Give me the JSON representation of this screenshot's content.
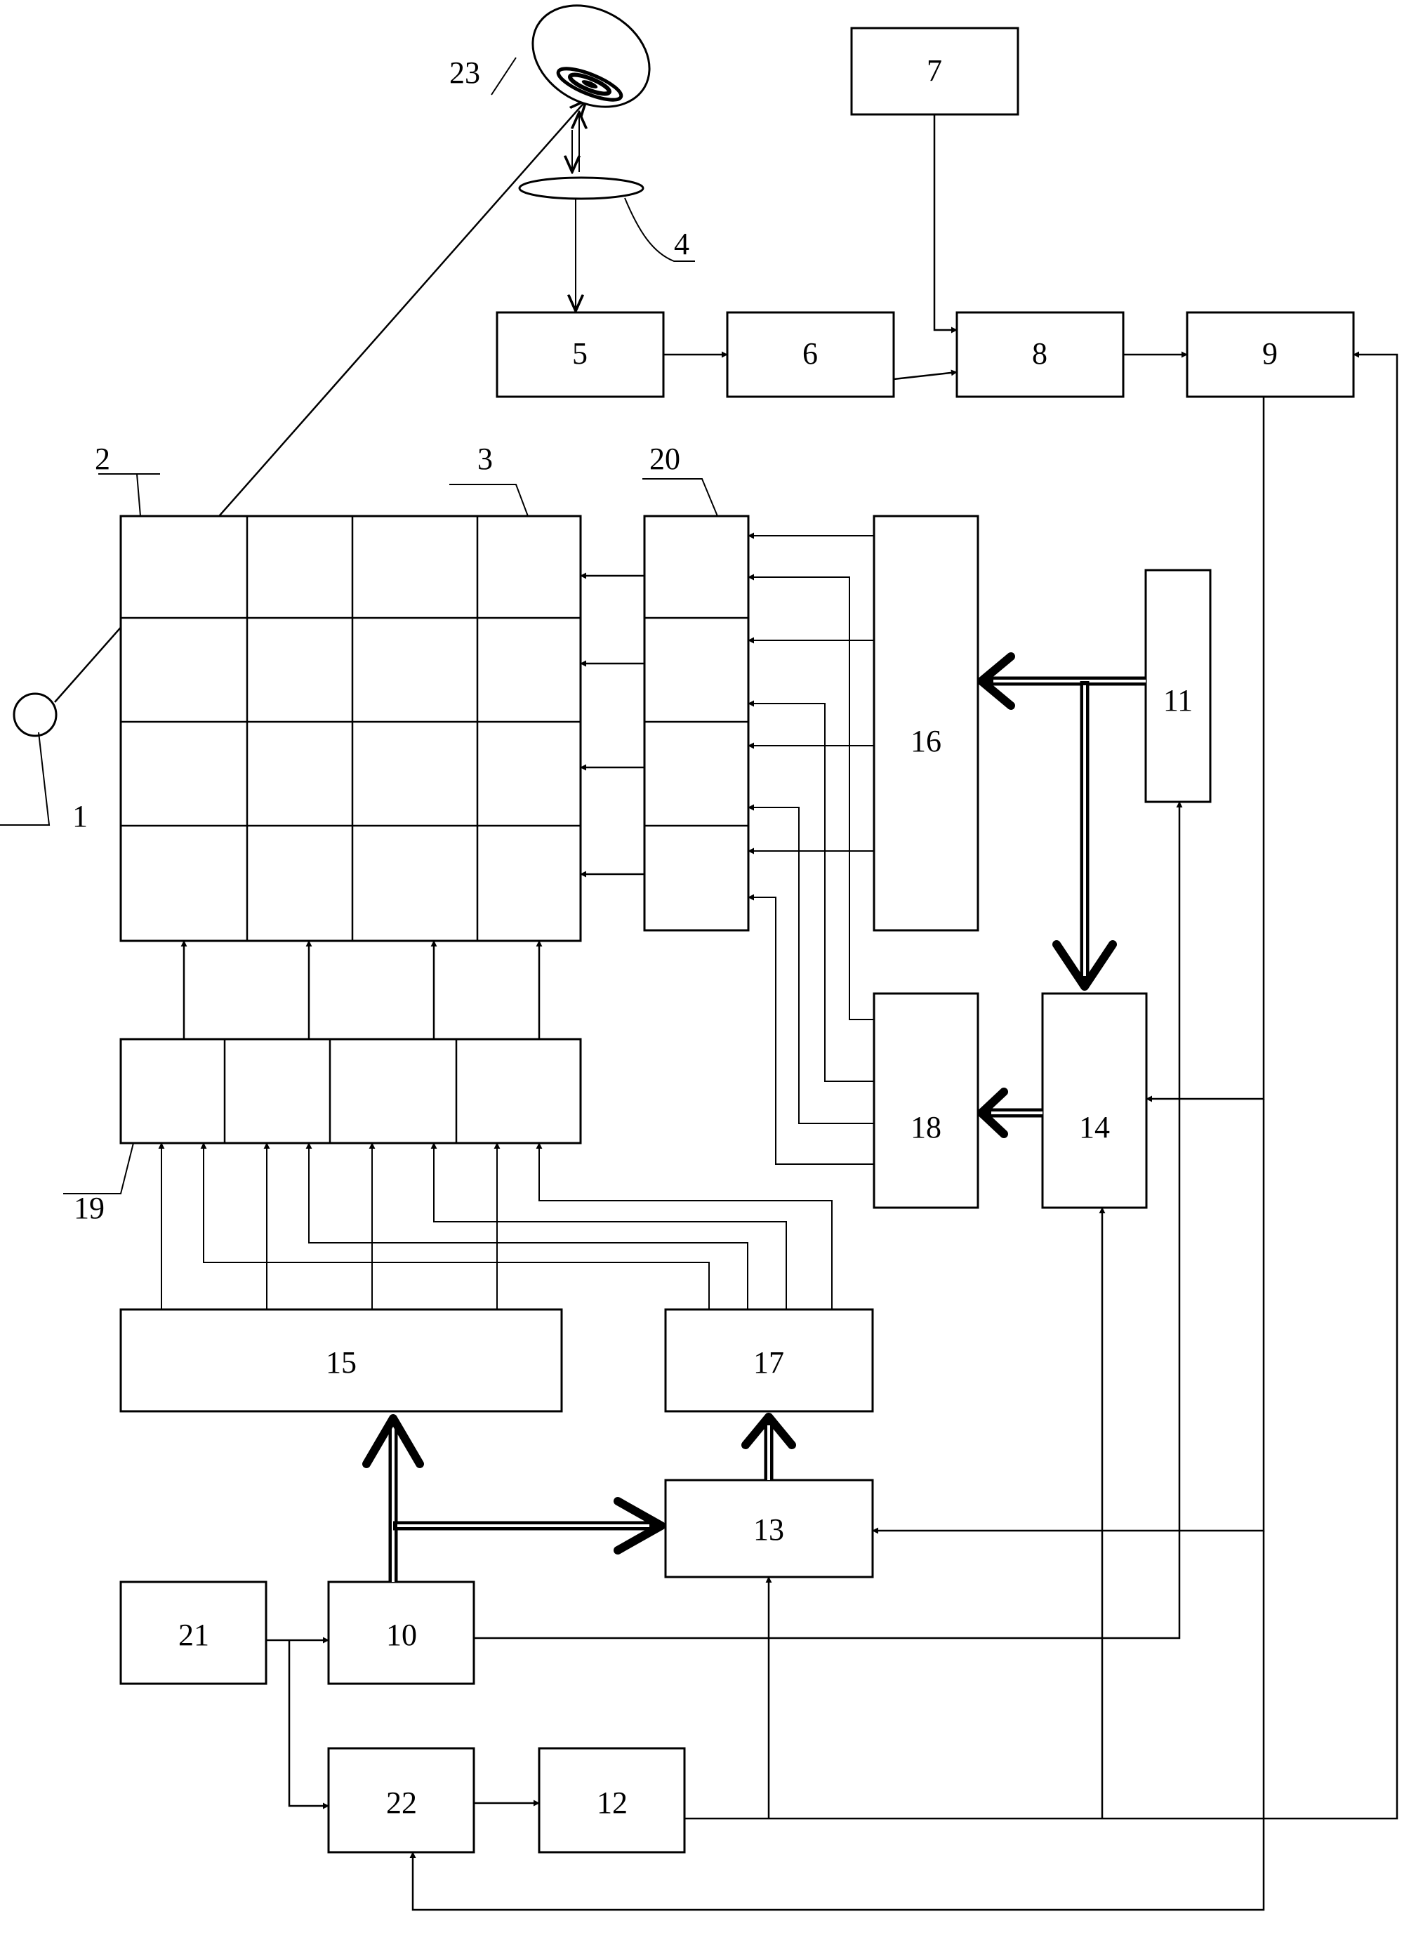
{
  "labels": {
    "n1": "1",
    "n2": "2",
    "n3": "3",
    "n4": "4",
    "n5": "5",
    "n6": "6",
    "n7": "7",
    "n8": "8",
    "n9": "9",
    "n10": "10",
    "n11": "11",
    "n12": "12",
    "n13": "13",
    "n14": "14",
    "n15": "15",
    "n16": "16",
    "n17": "17",
    "n18": "18",
    "n19": "19",
    "n20": "20",
    "n21": "21",
    "n22": "22",
    "n23": "23"
  }
}
